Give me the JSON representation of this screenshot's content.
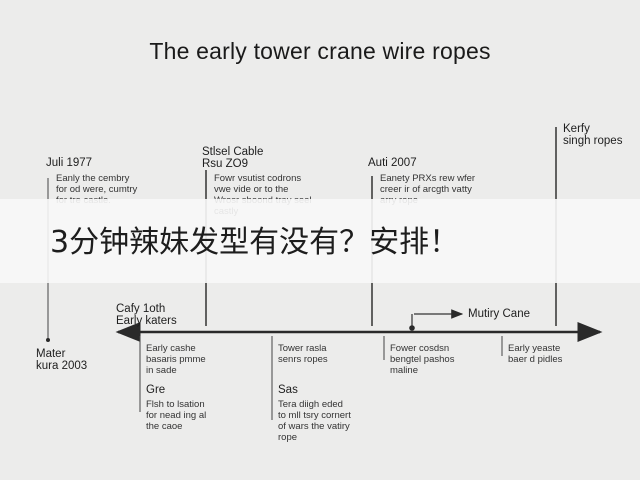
{
  "title": "The early tower crane wire ropes",
  "banner": {
    "text": "3分钟辣妹发型有没有？安排！"
  },
  "upper": {
    "jul1977_head": "Juli 1977",
    "jul1977_body": "Eanly the cembry\nfor od were, cumtry\nfor tre castle.",
    "steel_head": "Stlsel Cable\nRsu ZO9",
    "steel_body": "Fowr vsutist codrons\nvwe vide or to the\nWrosr sboond tray seel\ncastly",
    "jul2007_head": "Auti 2007",
    "jul2007_body": "Eanety PRXs rew wfer\ncreer ir of arcgth vatty\narry rope",
    "kerfy_head": "Kerfy\nsingh ropes"
  },
  "left": {
    "early_raters": "Cafy 1oth\nEarly katers",
    "mater": "Mater\nkura 2003"
  },
  "axis": {
    "label": "Mutiry Cane"
  },
  "lower": {
    "b1_top": "Early cashe\nbasaris pmme\nin sade",
    "b1_mid": "Gre",
    "b1_bot": "Flsh to lsation\nfor nead ing al\nthe caoe",
    "b2_top": "Tower rasla\nsenrs ropes",
    "b2_mid": "Sas",
    "b2_bot": "Tera diigh eded\nto mll tsry cornert\nof wars the vatiry\nrope",
    "b3_top": "Fower cosdsn\nbengtel pashos\nmaline",
    "b4_top": "Early yeaste\nbaer d pidles"
  },
  "colors": {
    "line": "#2a2a2a",
    "bg": "#ececeb"
  }
}
